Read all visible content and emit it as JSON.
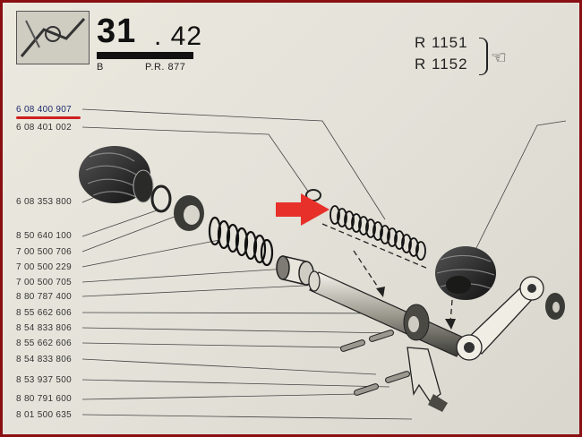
{
  "header": {
    "ref_main": "31",
    "ref_sub": ". 42",
    "letter": "B",
    "pr_code": "P.R. 877",
    "models": [
      "R 1151",
      "R 1152"
    ]
  },
  "part_numbers": [
    "6 08 400 907",
    "6 08 401 002",
    "6 08 353 800",
    "8 50 640 100",
    "7 00 500 706",
    "7 00 500 229",
    "7 00 500 705",
    "8 80 787 400",
    "8 55 662 606",
    "8 54 833 806",
    "8 55 662 606",
    "8 54 833 806",
    "8 53 937 500",
    "8 80 791 600",
    "8 01 500 635"
  ],
  "highlight_color": "#cf1f1f",
  "arrow_color": "#e8302b",
  "icons": {
    "pointer": "pointing-hand-icon"
  }
}
